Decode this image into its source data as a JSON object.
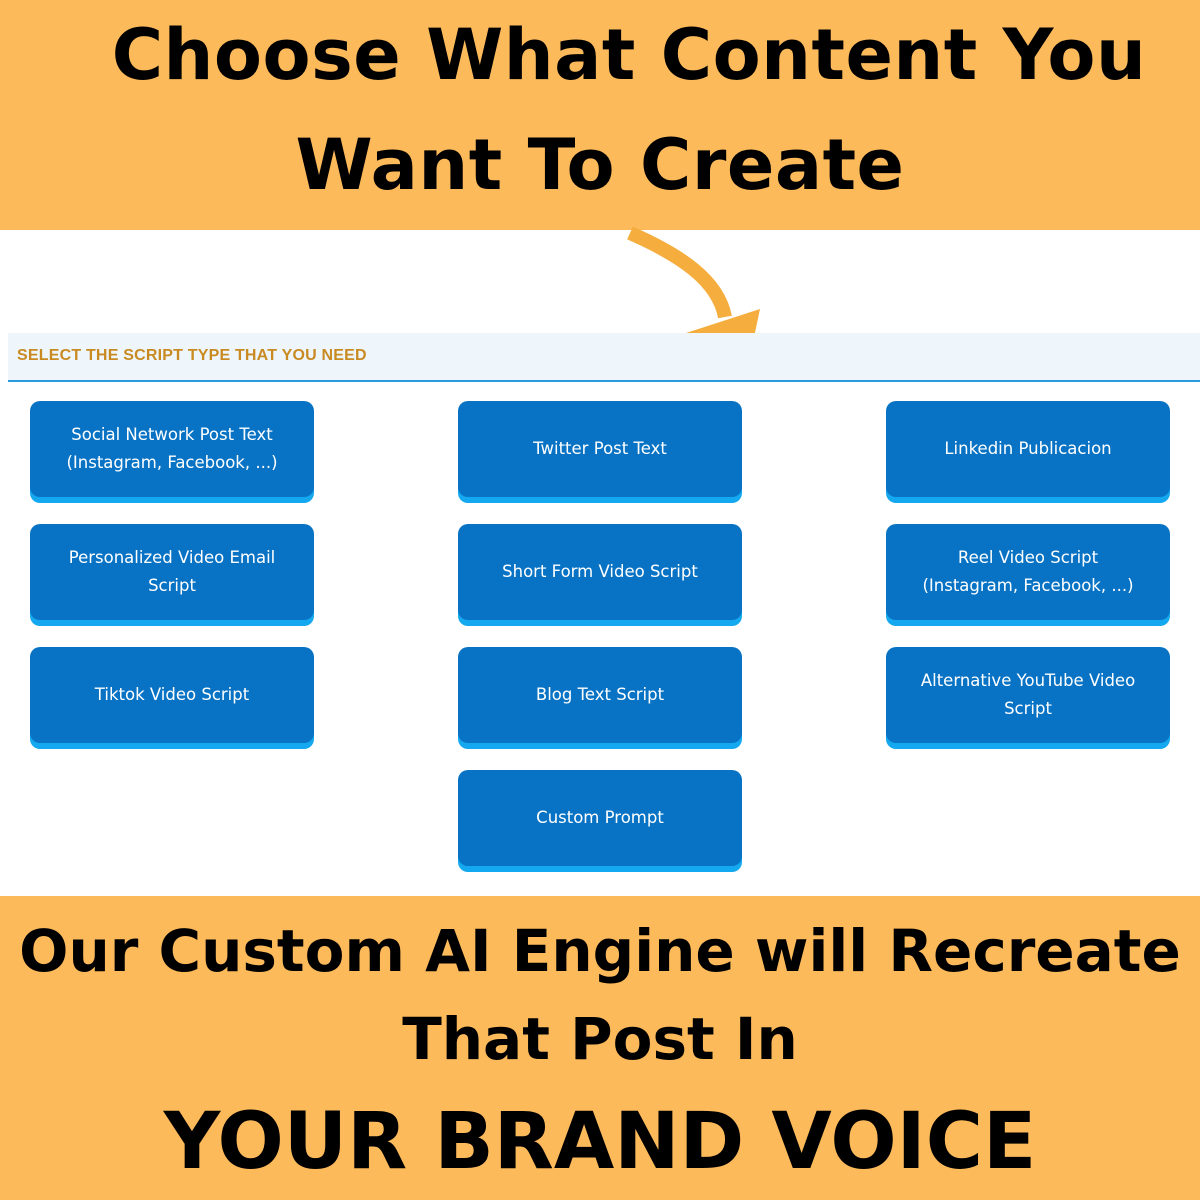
{
  "header": {
    "line1": "Choose What Content You",
    "line2": "Want To Create"
  },
  "panel": {
    "title": "SELECT THE SCRIPT TYPE THAT YOU NEED",
    "buttons": [
      "Social Network Post Text (Instagram, Facebook, ...)",
      "Twitter Post Text",
      "Linkedin Publicacion",
      "Personalized Video Email Script",
      "Short Form Video Script",
      "Reel Video Script (Instagram, Facebook, ...)",
      "Tiktok Video Script",
      "Blog Text Script",
      "Alternative YouTube Video Script",
      "Custom Prompt"
    ]
  },
  "footer": {
    "line1": "Our Custom AI Engine will Recreate",
    "line2": "That Post In",
    "line3": "YOUR BRAND VOICE"
  },
  "colors": {
    "banner": "#FDBA5B",
    "button": "#0873C4",
    "button_shadow": "#14A8F0",
    "panel_title": "#C98A22",
    "panel_border": "#2B9BDF",
    "arrow": "#F5AE3E"
  },
  "icons": {
    "arrow": "curved-arrow-down-icon"
  }
}
